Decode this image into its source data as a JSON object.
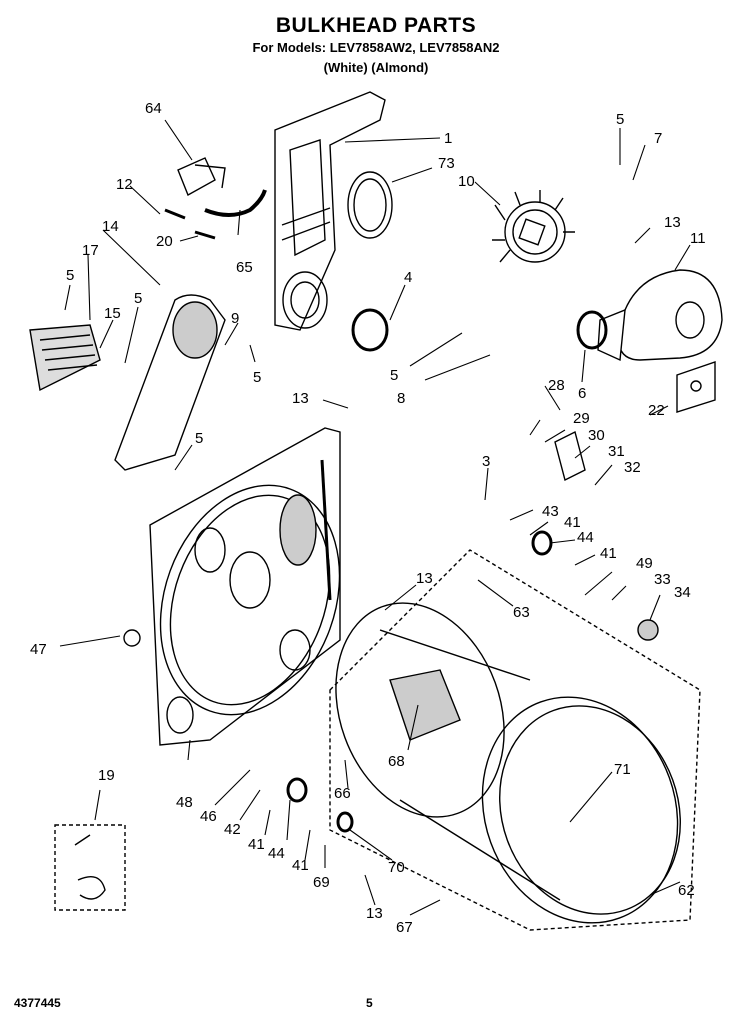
{
  "title": "BULKHEAD PARTS",
  "models_line": "For Models: LEV7858AW2, LEV7858AN2",
  "colors_line": "(White)    (Almond)",
  "footer": {
    "doc_number": "4377445",
    "page": "5"
  },
  "callouts": [
    "64",
    "1",
    "73",
    "5",
    "7",
    "12",
    "10",
    "13",
    "11",
    "20",
    "65",
    "14",
    "17",
    "4",
    "5",
    "5",
    "15",
    "9",
    "5",
    "5",
    "28",
    "6",
    "8",
    "22",
    "13",
    "5",
    "29",
    "30",
    "31",
    "32",
    "3",
    "43",
    "41",
    "44",
    "41",
    "13",
    "49",
    "33",
    "34",
    "63",
    "47",
    "68",
    "71",
    "19",
    "48",
    "46",
    "42",
    "41",
    "44",
    "41",
    "66",
    "69",
    "70",
    "62",
    "13",
    "67"
  ]
}
